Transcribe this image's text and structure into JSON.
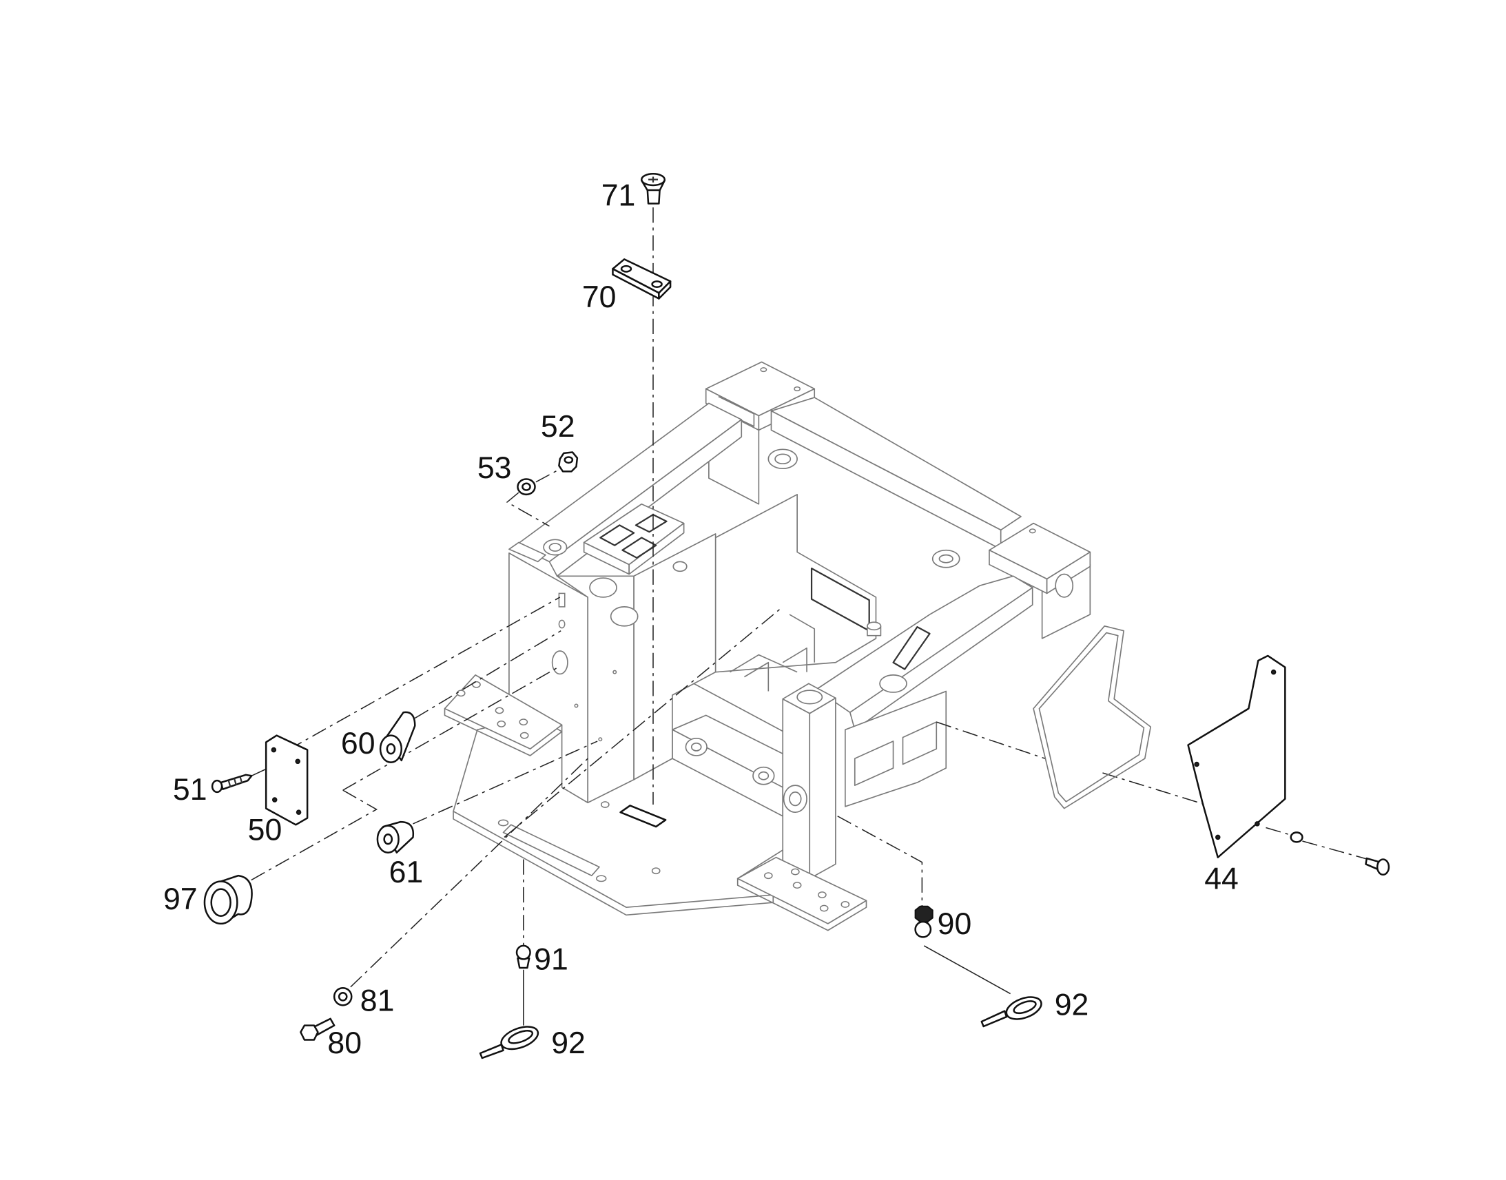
{
  "callouts": [
    {
      "label": "71"
    },
    {
      "label": "70"
    },
    {
      "label": "52"
    },
    {
      "label": "53"
    },
    {
      "label": "60"
    },
    {
      "label": "51"
    },
    {
      "label": "50"
    },
    {
      "label": "61"
    },
    {
      "label": "97"
    },
    {
      "label": "81"
    },
    {
      "label": "80"
    },
    {
      "label": "91"
    },
    {
      "label": "92"
    },
    {
      "label": "90"
    },
    {
      "label": "92"
    },
    {
      "label": "44"
    }
  ]
}
